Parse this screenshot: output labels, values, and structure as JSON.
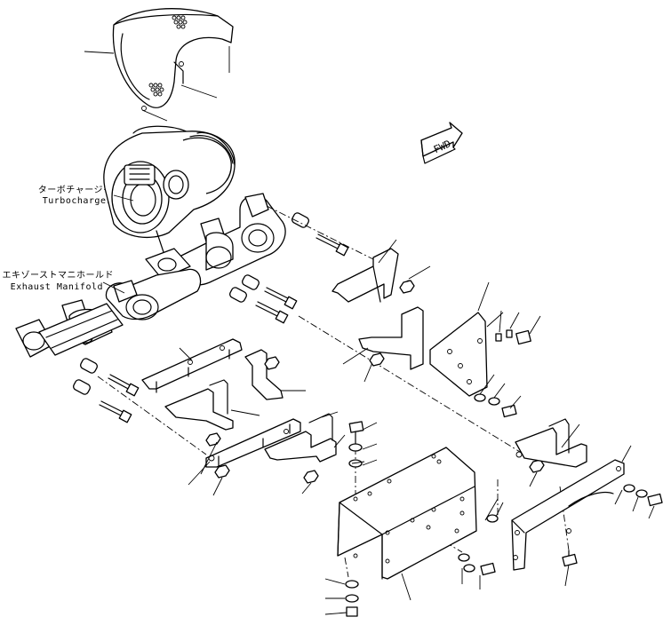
{
  "labels": {
    "turbocharger_jp": "ターボチャージャ",
    "turbocharger_en": "Turbocharger",
    "manifold_jp": "エキゾーストマニホールド",
    "manifold_en": "Exhaust Manifold",
    "fwd": "FWD"
  }
}
